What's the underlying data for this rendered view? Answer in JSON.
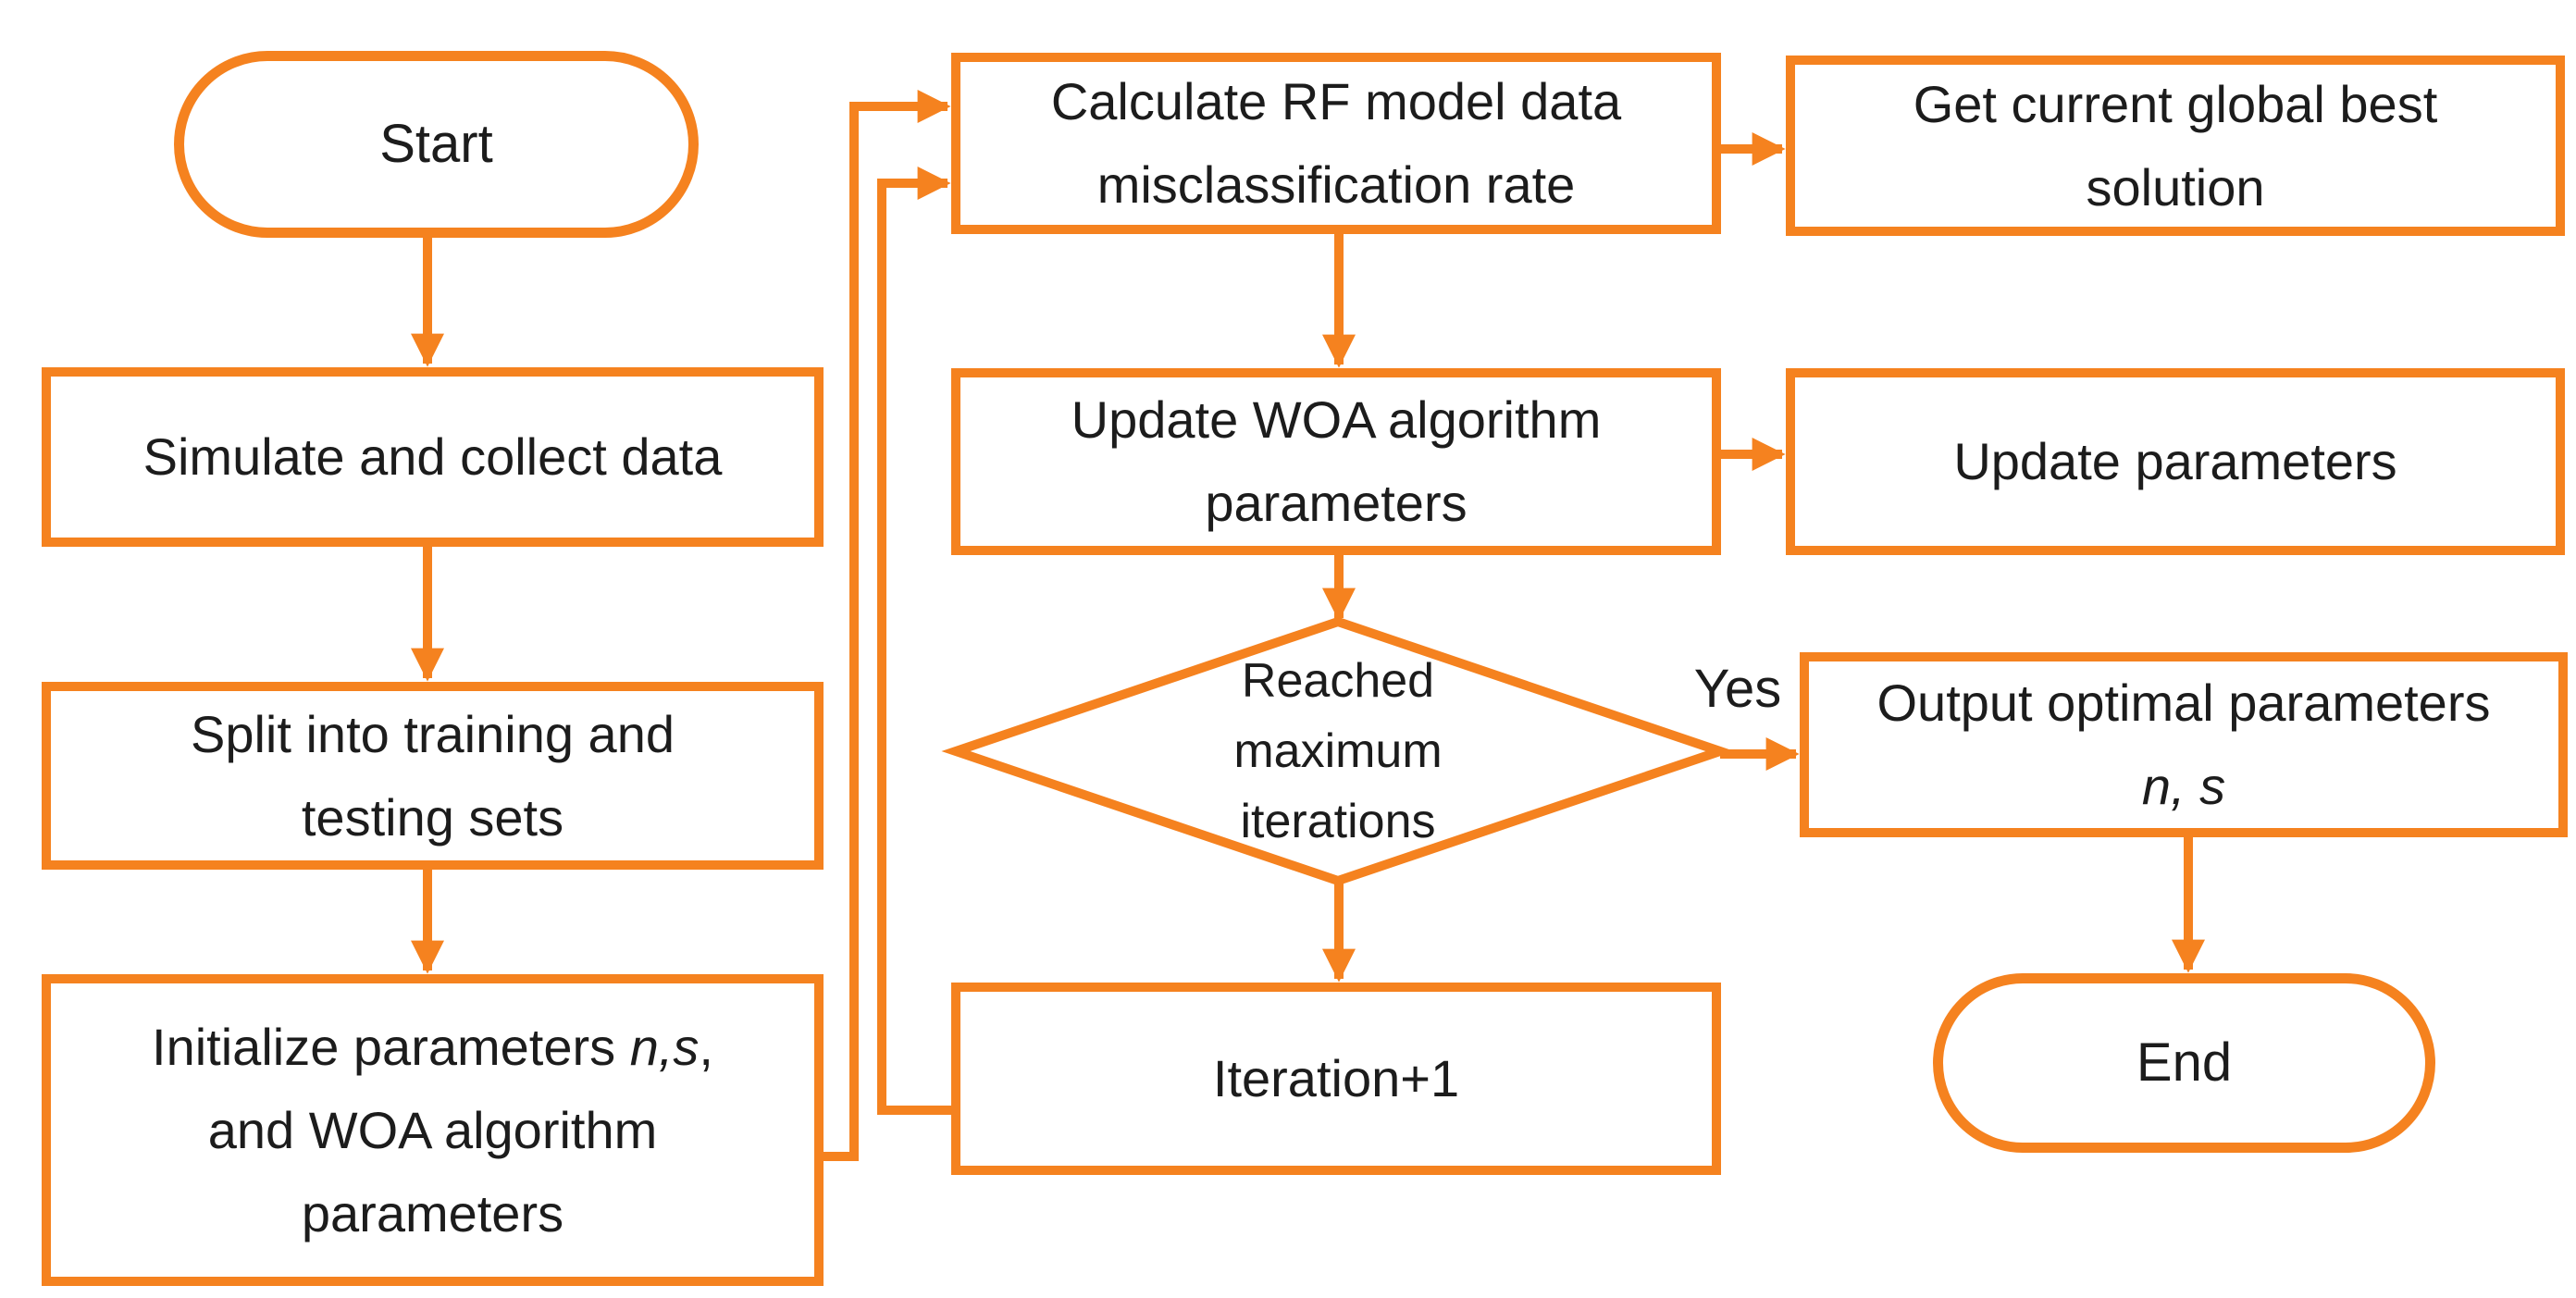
{
  "canvas": {
    "background_color": "#ffffff",
    "accent_color": "#F5821F",
    "text_color": "#1c1c1c"
  },
  "nodes": {
    "start": {
      "label": "Start"
    },
    "simulate": {
      "label": "Simulate and collect data"
    },
    "split": {
      "line1": "Split into training and",
      "line2": "testing sets"
    },
    "initialize": {
      "line1_prefix": "Initialize parameters ",
      "line1_italic": "n,s",
      "line1_suffix": ",",
      "line2": "and WOA algorithm",
      "line3": "parameters"
    },
    "calculate": {
      "line1": "Calculate RF model data",
      "line2": "misclassification rate"
    },
    "update_woa": {
      "line1": "Update WOA algorithm",
      "line2": "parameters"
    },
    "decision": {
      "line1": "Reached",
      "line2": "maximum",
      "line3": "iterations"
    },
    "iteration": {
      "label": "Iteration+1"
    },
    "get_best": {
      "line1": "Get current global best",
      "line2": "solution"
    },
    "update_params": {
      "label": "Update parameters"
    },
    "output": {
      "line1": "Output optimal parameters",
      "line2_italic": "n, s"
    },
    "end": {
      "label": "End"
    }
  },
  "edges": {
    "yes_label": "Yes"
  }
}
